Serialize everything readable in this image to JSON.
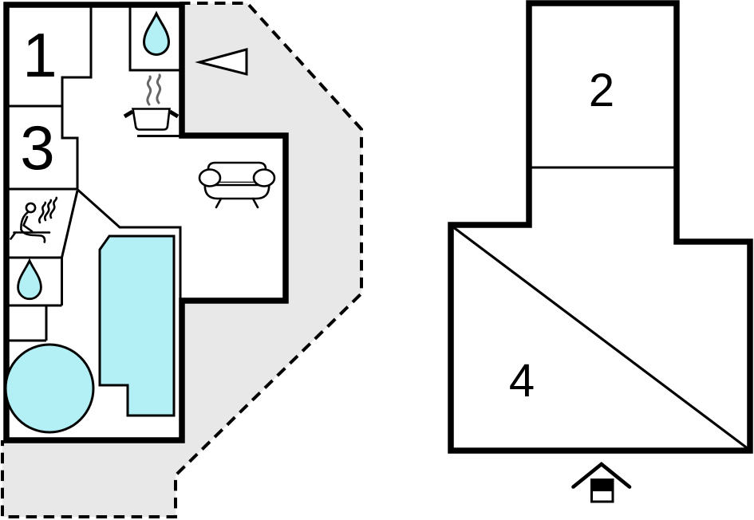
{
  "plan": {
    "background_color": "#ffffff",
    "colors": {
      "site_fill": "#e8e8e8",
      "water_fill": "#b2f0f5",
      "wall_color": "#000000",
      "steam_color": "#666666"
    },
    "labels": {
      "room1": "1",
      "room2": "2",
      "room3": "3",
      "room4": "4"
    },
    "main_unit": {
      "rooms": [
        "1",
        "3"
      ],
      "features": [
        "terrace-dashed-boundary",
        "water-drop-icon",
        "water-drop-icon",
        "sauna-icon",
        "cooking-pot-icon",
        "sofa-icon",
        "entrance-arrow-icon",
        "swimming-pool",
        "hot-tub"
      ]
    },
    "annex_unit": {
      "rooms": [
        "2",
        "4"
      ],
      "features": [
        "diagonal-line",
        "house-entrance-icon"
      ]
    }
  }
}
